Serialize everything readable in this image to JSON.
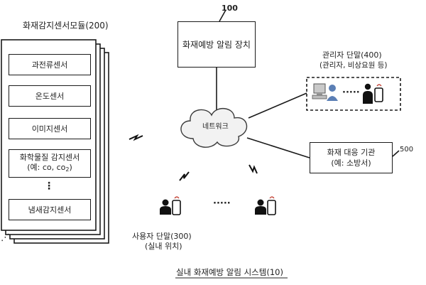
{
  "module": {
    "title": "화재감지센서모듈(200)",
    "sensors": [
      "과전류센서",
      "온도센서",
      "이미지센서",
      "냄새감지센서"
    ],
    "chem_sensor": {
      "line1": "화학물질 감지센서",
      "line2_prefix": "(예: co, co",
      "line2_sub": "2",
      "line2_suffix": ")"
    },
    "vdots": "⋮",
    "stack_dots": "⋰"
  },
  "device": {
    "ref": "100",
    "label": "화재예방 알림 장치"
  },
  "network": {
    "label": "네트워크"
  },
  "admin": {
    "line1": "관리자 단말(400)",
    "line2": "(관리자, 비상요원 등)",
    "dots": "·····"
  },
  "agency": {
    "line1": "화재 대응 기관",
    "line2": "(예: 소방서)",
    "ref": "500"
  },
  "users": {
    "line1": "사용자 단말(300)",
    "line2": "(실내 위치)",
    "dots": "·····"
  },
  "caption": "실내 화재예방 알림 시스템(10)",
  "icons": {
    "wireless": "wireless-signal-icon",
    "person": "person-icon",
    "phone": "smartphone-icon",
    "pc": "computer-user-icon",
    "cloud": "cloud-network-icon"
  }
}
